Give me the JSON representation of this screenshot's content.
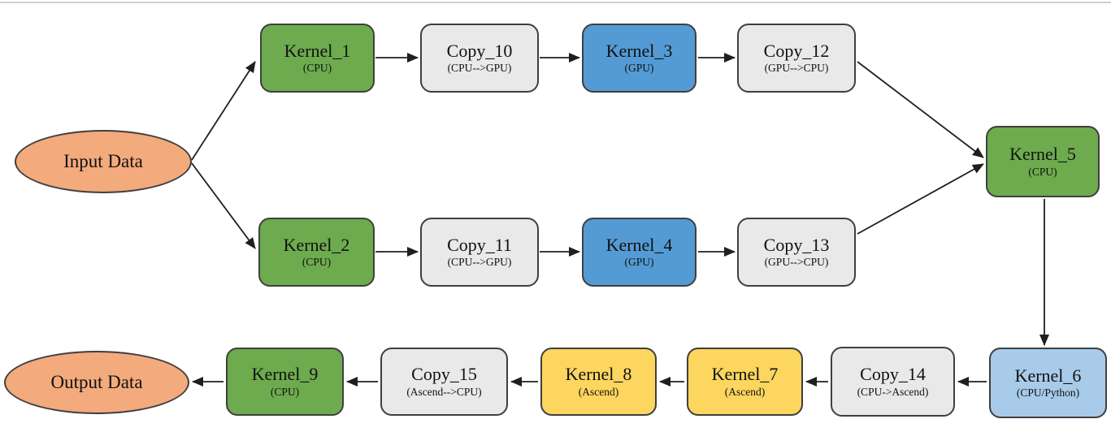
{
  "diagram": {
    "nodes": {
      "input": {
        "label": "Input Data"
      },
      "kernel_1": {
        "label": "Kernel_1",
        "device": "(CPU)"
      },
      "copy_10": {
        "label": "Copy_10",
        "device": "(CPU--&gt;GPU)"
      },
      "kernel_3": {
        "label": "Kernel_3",
        "device": "(GPU)"
      },
      "copy_12": {
        "label": "Copy_12",
        "device": "(GPU--&gt;CPU)"
      },
      "kernel_2": {
        "label": "Kernel_2",
        "device": "(CPU)"
      },
      "copy_11": {
        "label": "Copy_11",
        "device": "(CPU--&gt;GPU)"
      },
      "kernel_4": {
        "label": "Kernel_4",
        "device": "(GPU)"
      },
      "copy_13": {
        "label": "Copy_13",
        "device": "(GPU--&gt;CPU)"
      },
      "kernel_5": {
        "label": "Kernel_5",
        "device": "(CPU)"
      },
      "kernel_6": {
        "label": "Kernel_6",
        "device": "(CPU/Python)"
      },
      "copy_14": {
        "label": "Copy_14",
        "device": "(CPU-&gt;Ascend)"
      },
      "kernel_7": {
        "label": "Kernel_7",
        "device": "(Ascend)"
      },
      "kernel_8": {
        "label": "Kernel_8",
        "device": "(Ascend)"
      },
      "copy_15": {
        "label": "Copy_15",
        "device": "(Ascend--&gt;CPU)"
      },
      "kernel_9": {
        "label": "Kernel_9",
        "device": "(CPU)"
      },
      "output": {
        "label": "Output Data"
      }
    },
    "edges": [
      {
        "from": "Input Data",
        "to": "Kernel_1"
      },
      {
        "from": "Input Data",
        "to": "Kernel_2"
      },
      {
        "from": "Kernel_1",
        "to": "Copy_10"
      },
      {
        "from": "Copy_10",
        "to": "Kernel_3"
      },
      {
        "from": "Kernel_3",
        "to": "Copy_12"
      },
      {
        "from": "Copy_12",
        "to": "Kernel_5"
      },
      {
        "from": "Kernel_2",
        "to": "Copy_11"
      },
      {
        "from": "Copy_11",
        "to": "Kernel_4"
      },
      {
        "from": "Kernel_4",
        "to": "Copy_13"
      },
      {
        "from": "Copy_13",
        "to": "Kernel_5"
      },
      {
        "from": "Kernel_5",
        "to": "Kernel_6"
      },
      {
        "from": "Kernel_6",
        "to": "Copy_14"
      },
      {
        "from": "Copy_14",
        "to": "Kernel_7"
      },
      {
        "from": "Kernel_7",
        "to": "Kernel_8"
      },
      {
        "from": "Kernel_8",
        "to": "Copy_15"
      },
      {
        "from": "Copy_15",
        "to": "Kernel_9"
      },
      {
        "from": "Kernel_9",
        "to": "Output Data"
      }
    ],
    "colors": {
      "cpu_kernel": "#6dab4e",
      "gpu_kernel": "#549bd5",
      "ascend_kernel": "#fcd65f",
      "cpu_python_kernel": "#a9cbea",
      "copy_node": "#e9e9e9",
      "data_node": "#f3aa7c",
      "node_border": "#3f3f3f",
      "arrow": "#1f1f1f"
    }
  }
}
